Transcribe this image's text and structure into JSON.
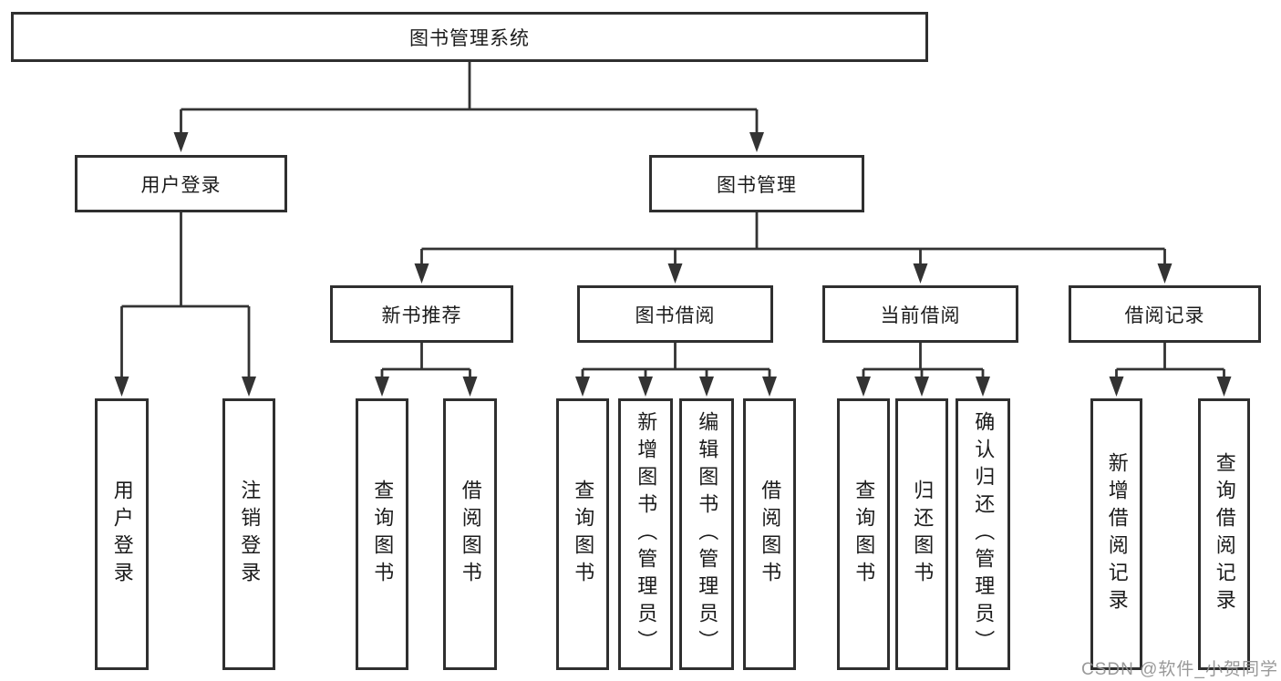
{
  "diagram": {
    "root": "图书管理系统",
    "user_login": {
      "label": "用户登录",
      "children": [
        "用户登录",
        "注销登录"
      ]
    },
    "book_mgmt": {
      "label": "图书管理",
      "children": [
        {
          "label": "新书推荐",
          "children": [
            "查询图书",
            "借阅图书"
          ]
        },
        {
          "label": "图书借阅",
          "children": [
            "查询图书",
            "新增图书（管理员）",
            "编辑图书（管理员）",
            "借阅图书"
          ]
        },
        {
          "label": "当前借阅",
          "children": [
            "查询图书",
            "归还图书",
            "确认归还（管理员）"
          ]
        },
        {
          "label": "借阅记录",
          "children": [
            "新增借阅记录",
            "查询借阅记录"
          ]
        }
      ]
    },
    "watermark": "CSDN @软件_小贺同学",
    "colors": {
      "line": "#333333",
      "border": "#2f2f2f",
      "text": "#1b1b1b",
      "background": "#ffffff",
      "watermark": "#949494"
    }
  }
}
